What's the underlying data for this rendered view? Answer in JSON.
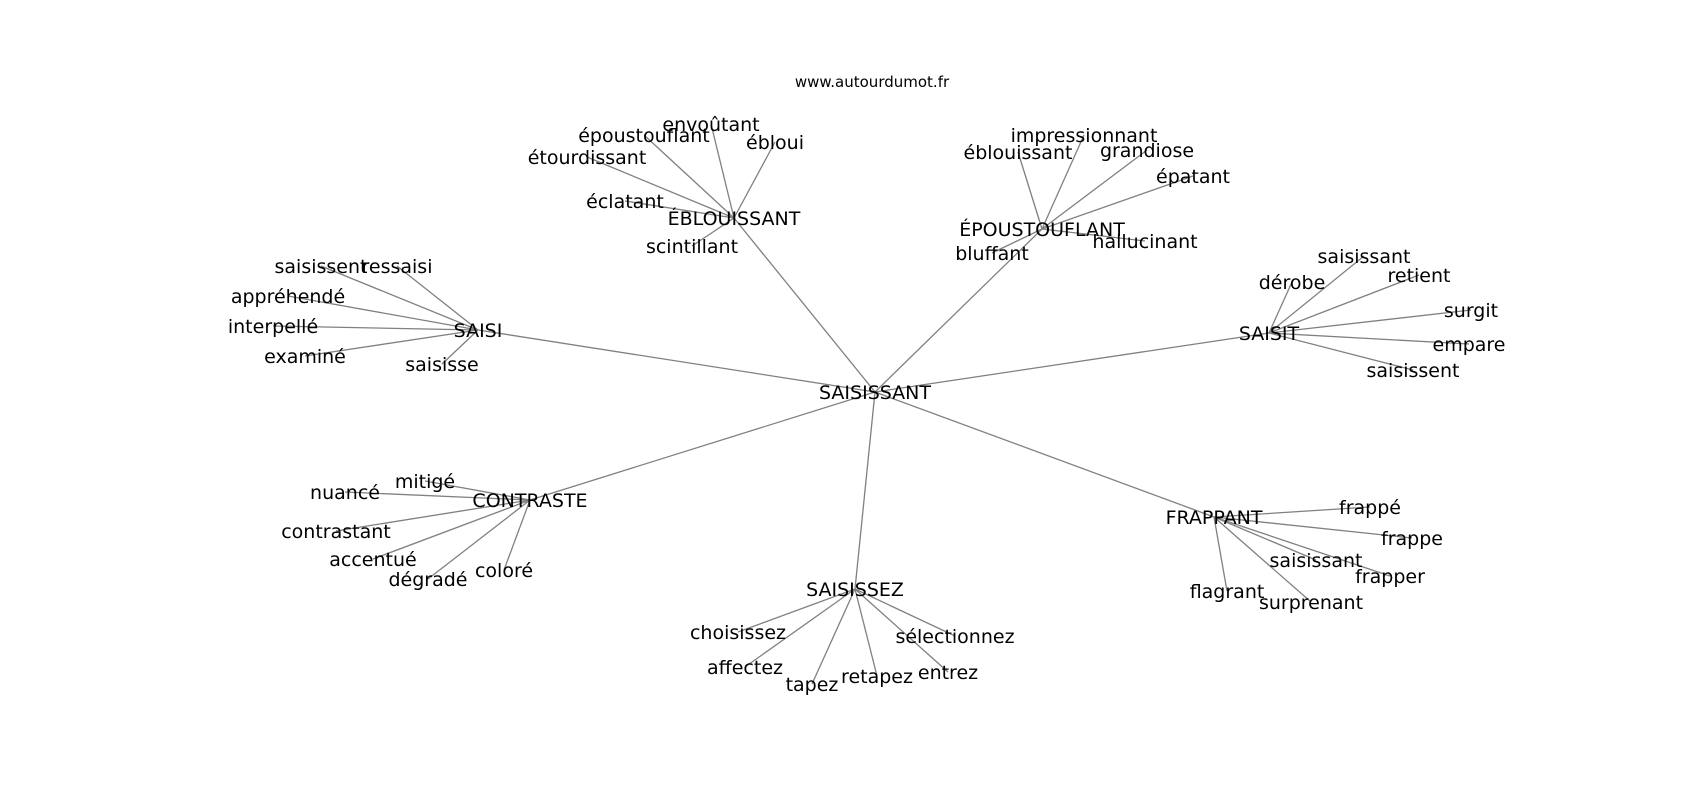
{
  "watermark": "www.autourdumot.fr",
  "graph": {
    "center": "SAISISSANT",
    "hubs": [
      {
        "id": "eblouissant",
        "label": "ÉBLOUISSANT",
        "leaves": [
          {
            "id": "epoustouflant-1",
            "label": "époustouflant"
          },
          {
            "id": "envoutant",
            "label": "envoûtant"
          },
          {
            "id": "ebloui",
            "label": "ébloui"
          },
          {
            "id": "etourdissant",
            "label": "étourdissant"
          },
          {
            "id": "eclatant",
            "label": "éclatant"
          },
          {
            "id": "scintillant",
            "label": "scintillant"
          }
        ]
      },
      {
        "id": "epoustouflant",
        "label": "ÉPOUSTOUFLANT",
        "leaves": [
          {
            "id": "impressionnant",
            "label": "impressionnant"
          },
          {
            "id": "eblouissant-leaf",
            "label": "éblouissant"
          },
          {
            "id": "grandiose",
            "label": "grandiose"
          },
          {
            "id": "epatant",
            "label": "épatant"
          },
          {
            "id": "hallucinant",
            "label": "hallucinant"
          },
          {
            "id": "bluffant",
            "label": "bluffant"
          }
        ]
      },
      {
        "id": "saisi",
        "label": "SAISI",
        "leaves": [
          {
            "id": "saisissent-1",
            "label": "saisissent"
          },
          {
            "id": "ressaisi",
            "label": "ressaisi"
          },
          {
            "id": "apprehende",
            "label": "appréhendé"
          },
          {
            "id": "interpelle",
            "label": "interpellé"
          },
          {
            "id": "examine",
            "label": "examiné"
          },
          {
            "id": "saisisse",
            "label": "saisisse"
          }
        ]
      },
      {
        "id": "saisit",
        "label": "SAISIT",
        "leaves": [
          {
            "id": "saisissant-1",
            "label": "saisissant"
          },
          {
            "id": "derobe",
            "label": "dérobe"
          },
          {
            "id": "retient",
            "label": "retient"
          },
          {
            "id": "surgit",
            "label": "surgit"
          },
          {
            "id": "empare",
            "label": "empare"
          },
          {
            "id": "saisissent-2",
            "label": "saisissent"
          }
        ]
      },
      {
        "id": "contraste",
        "label": "CONTRASTE",
        "leaves": [
          {
            "id": "mitige",
            "label": "mitigé"
          },
          {
            "id": "nuance",
            "label": "nuancé"
          },
          {
            "id": "contrastant",
            "label": "contrastant"
          },
          {
            "id": "accentue",
            "label": "accentué"
          },
          {
            "id": "degrade",
            "label": "dégradé"
          },
          {
            "id": "colore",
            "label": "coloré"
          }
        ]
      },
      {
        "id": "saisissez",
        "label": "SAISISSEZ",
        "leaves": [
          {
            "id": "choisissez",
            "label": "choisissez"
          },
          {
            "id": "selectionnez",
            "label": "sélectionnez"
          },
          {
            "id": "affectez",
            "label": "affectez"
          },
          {
            "id": "tapez",
            "label": "tapez"
          },
          {
            "id": "retapez",
            "label": "retapez"
          },
          {
            "id": "entrez",
            "label": "entrez"
          }
        ]
      },
      {
        "id": "frappant",
        "label": "FRAPPANT",
        "leaves": [
          {
            "id": "frappe-1",
            "label": "frappé"
          },
          {
            "id": "frappe-2",
            "label": "frappe"
          },
          {
            "id": "saisissant-2",
            "label": "saisissant"
          },
          {
            "id": "frapper",
            "label": "frapper"
          },
          {
            "id": "flagrant",
            "label": "flagrant"
          },
          {
            "id": "surprenant",
            "label": "surprenant"
          }
        ]
      }
    ]
  }
}
